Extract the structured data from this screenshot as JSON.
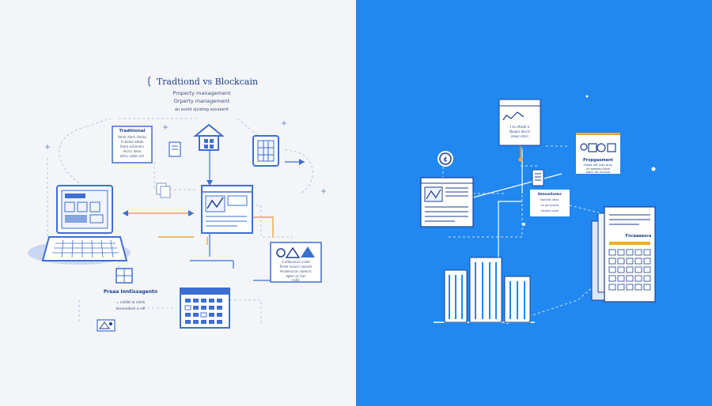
{
  "title": {
    "heading": "Tradtiond vs Blockcain",
    "line1": "Property management",
    "line2": "Orperty management",
    "line3": "an avoid ojcidreg aoceeerit"
  },
  "left": {
    "card_traditional": {
      "title": "Traditional",
      "lines": [
        "Hmrk itlerk cfecks",
        "Il raldue ateek",
        "Ihere eclrenerc",
        "rkcrcc lokor",
        "elitcs cwlle colr"
      ]
    },
    "card_photo": {
      "lines": [
        "Il elfacioncc ccole",
        "Teclel ncocrc oniecle",
        "Hcelenccoc uinecnc",
        "aplec oc itec",
        "nclle"
      ]
    },
    "process_label": "Preaa Inntissagentn",
    "process_sub": [
      "= cidrbt ol rcbrk",
      "Ionooedeal a cdl"
    ]
  },
  "right": {
    "doc_top": [
      "I es efcoel e",
      "llkoacs elcccl",
      "ineac cdcrr"
    ],
    "card_property": {
      "title": "Propgaement",
      "lines": [
        "Hloee cfe lcoh anrc",
        "ce aeeeecuulee",
        "alecc olc eccoce"
      ]
    },
    "card_mid": [
      "Hemoellaeloc",
      "Itancel oloct",
      "cc oe tcoclh",
      "ecdccc ocel"
    ],
    "ledger_label": "Fncaaaasca"
  },
  "colors": {
    "left_bg": "#f3f5f9",
    "right_bg": "#2088f0",
    "line_blue": "#3d6fd1",
    "accent_orange": "#f0a640",
    "navy": "#1e3f8f"
  }
}
